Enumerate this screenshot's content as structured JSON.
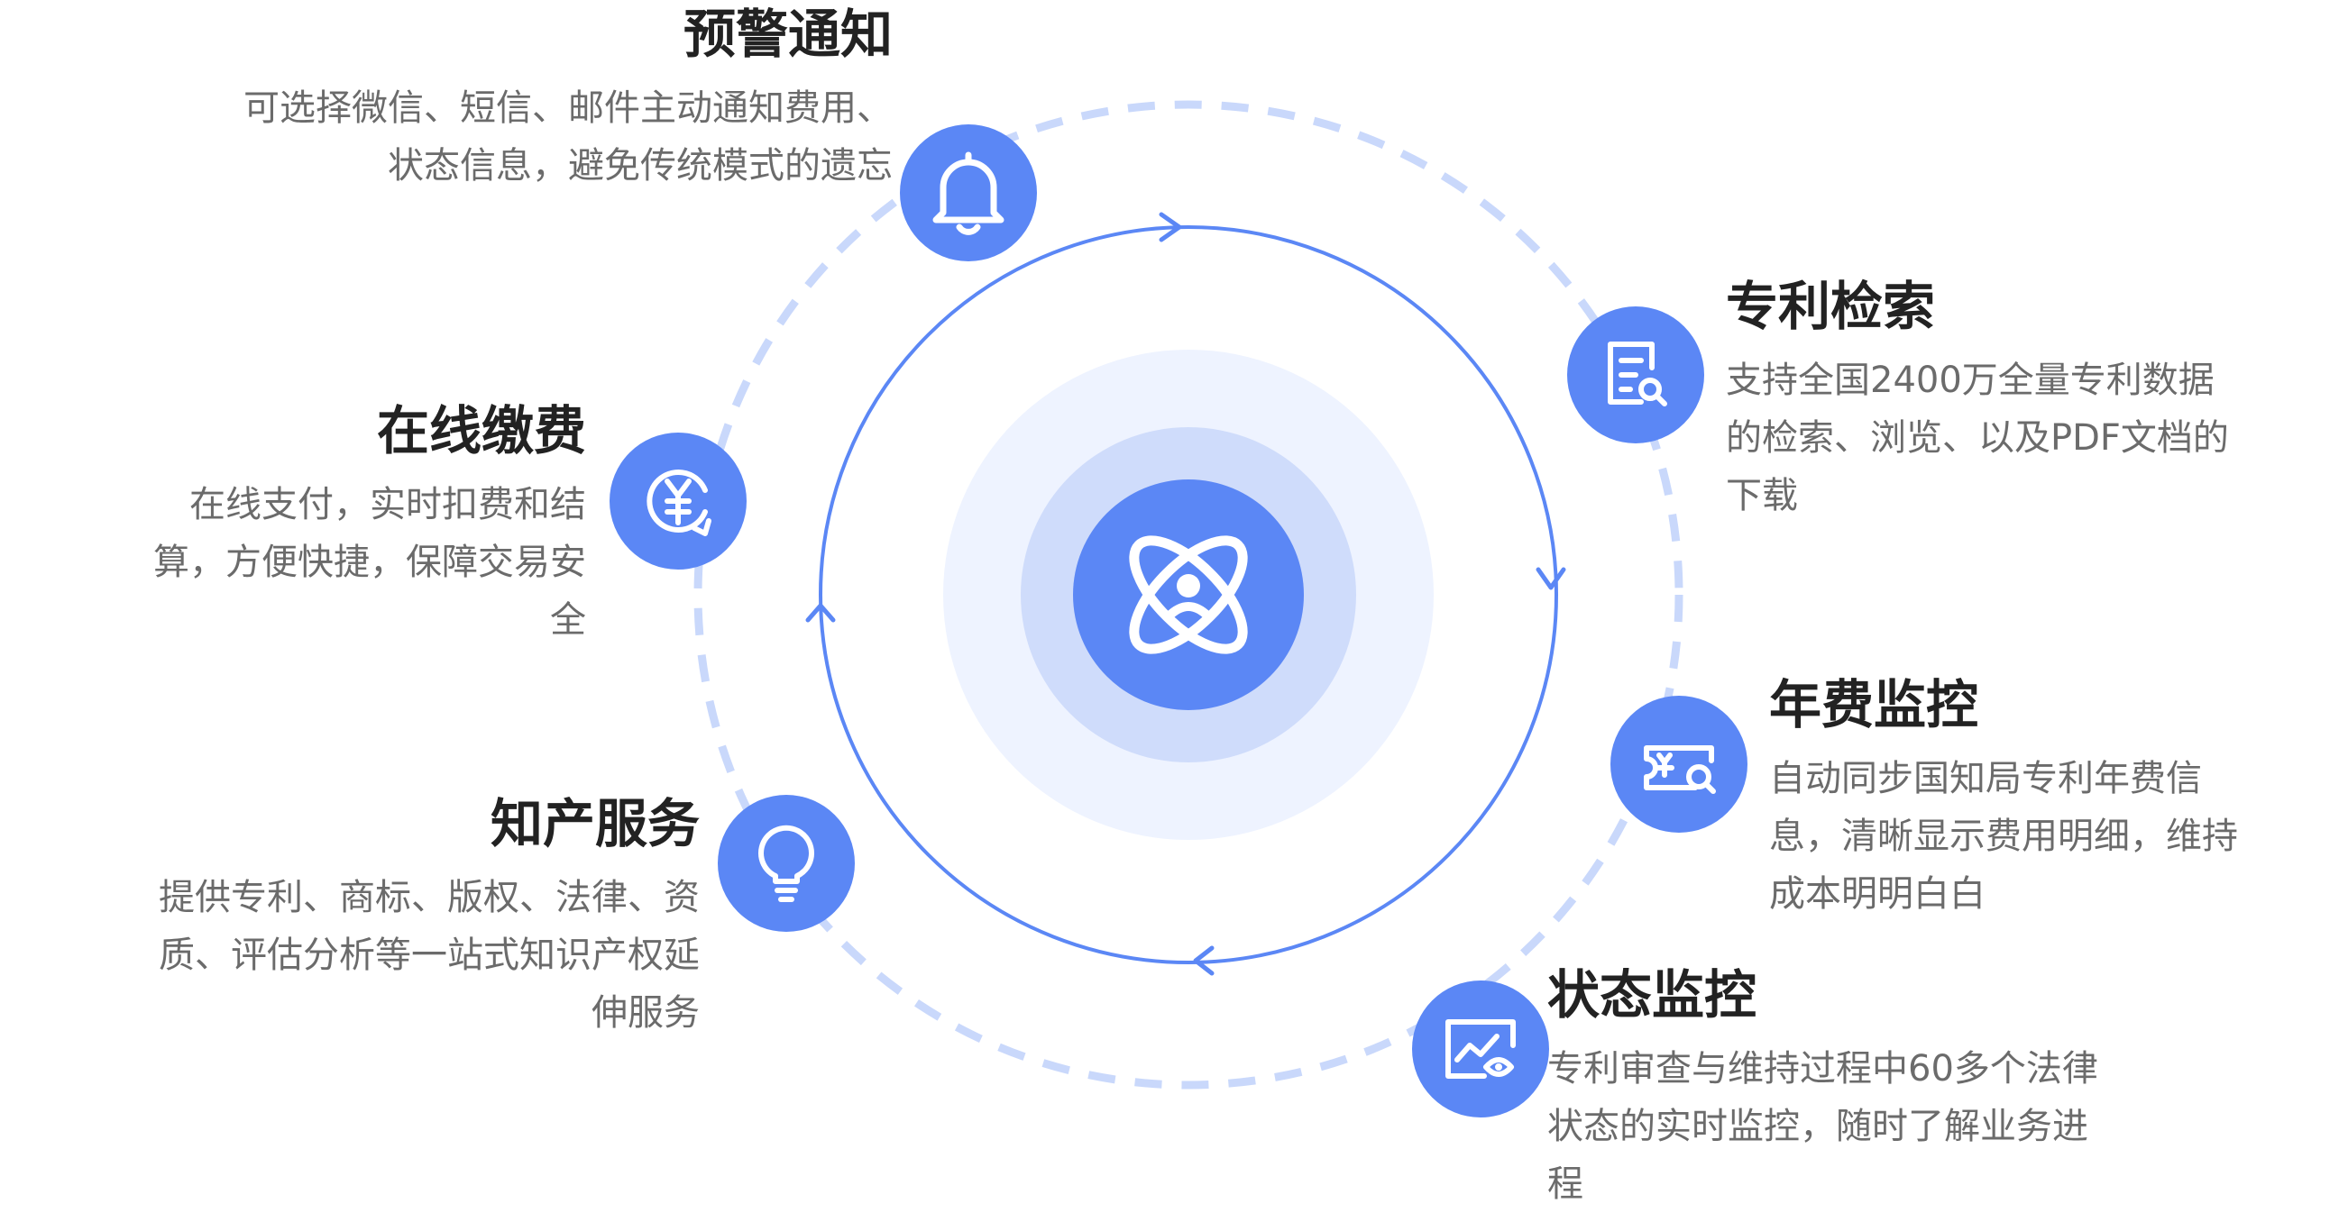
{
  "colors": {
    "accent": "#5b87f5",
    "dash_ring": "#c9d8fb",
    "halo_outer": "#eef3ff",
    "halo_inner": "#cfdcfb"
  },
  "center": {
    "icon": "atom-user-icon"
  },
  "features": [
    {
      "id": "warning",
      "title": "预警通知",
      "desc": "可选择微信、短信、邮件主动通知费用、状态信息，避免传统模式的遗忘",
      "icon": "bell-icon"
    },
    {
      "id": "search",
      "title": "专利检索",
      "desc": "支持全国2400万全量专利数据的检索、浏览、以及PDF文档的下载",
      "icon": "document-search-icon"
    },
    {
      "id": "payment",
      "title": "在线缴费",
      "desc": "在线支付，实时扣费和结算，方便快捷，保障交易安全",
      "icon": "yuan-cycle-icon"
    },
    {
      "id": "annual",
      "title": "年费监控",
      "desc": "自动同步国知局专利年费信息，清晰显示费用明细，维持成本明明白白",
      "icon": "ticket-search-icon"
    },
    {
      "id": "ip",
      "title": "知产服务",
      "desc": "提供专利、商标、版权、法律、资质、评估分析等一站式知识产权延伸服务",
      "icon": "lightbulb-icon"
    },
    {
      "id": "status",
      "title": "状态监控",
      "desc": "专利审查与维持过程中60多个法律状态的实时监控，随时了解业务进程",
      "icon": "monitor-eye-icon"
    }
  ]
}
